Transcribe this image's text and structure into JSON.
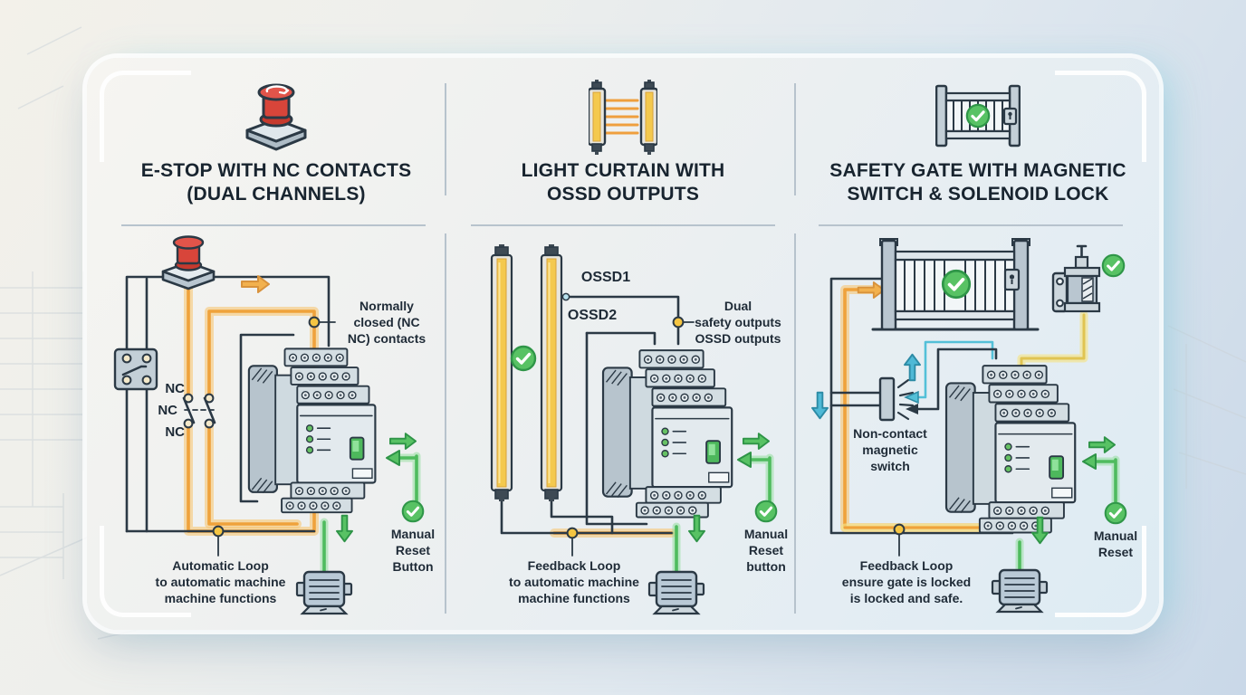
{
  "panels": [
    {
      "id": "estop",
      "title": [
        "E-STOP WITH NC CONTACTS",
        "(DUAL CHANNELS)"
      ],
      "icon": "e-stop-icon",
      "labels": {
        "nc": [
          "NC",
          "NC",
          "NC"
        ],
        "contacts_note": [
          "Normally",
          "closed (NC",
          "NC) contacts"
        ],
        "loop_note": [
          "Automatic Loop",
          "to automatic machine",
          "machine functions"
        ],
        "reset_note": [
          "Manual",
          "Reset",
          "Button"
        ]
      }
    },
    {
      "id": "light-curtain",
      "title": [
        "LIGHT CURTAIN WITH",
        "OSSD OUTPUTS"
      ],
      "icon": "light-curtain-icon",
      "labels": {
        "ossd1": "OSSD1",
        "ossd2": "OSSD2",
        "outputs_note": [
          "Dual",
          "safety outputs",
          "OSSD outputs"
        ],
        "loop_note": [
          "Feedback Loop",
          "to automatic machine",
          "machine functions"
        ],
        "reset_note": [
          "Manual",
          "Reset",
          "button"
        ]
      }
    },
    {
      "id": "safety-gate",
      "title": [
        "SAFETY GATE WITH MAGNETIC",
        "SWITCH & SOLENOID LOCK"
      ],
      "icon": "safety-gate-icon",
      "labels": {
        "switch_note": [
          "Non-contact",
          "magnetic",
          "switch"
        ],
        "loop_note": [
          "Feedback Loop",
          "ensure gate is locked",
          "is locked and safe."
        ],
        "reset_note": [
          "Manual",
          "Reset"
        ]
      }
    }
  ],
  "colors": {
    "wire_dark": "#2b3945",
    "wire_orange": "#efa23b",
    "wire_yellow": "#e0c452",
    "wire_cyan": "#54c0d8",
    "wire_green": "#4fbb5e",
    "accent_green": "#58c264",
    "estop_red": "#d8453a",
    "junction_yellow": "#f5c542",
    "title_text": "#18242f",
    "divider": "#b7c3cd"
  }
}
